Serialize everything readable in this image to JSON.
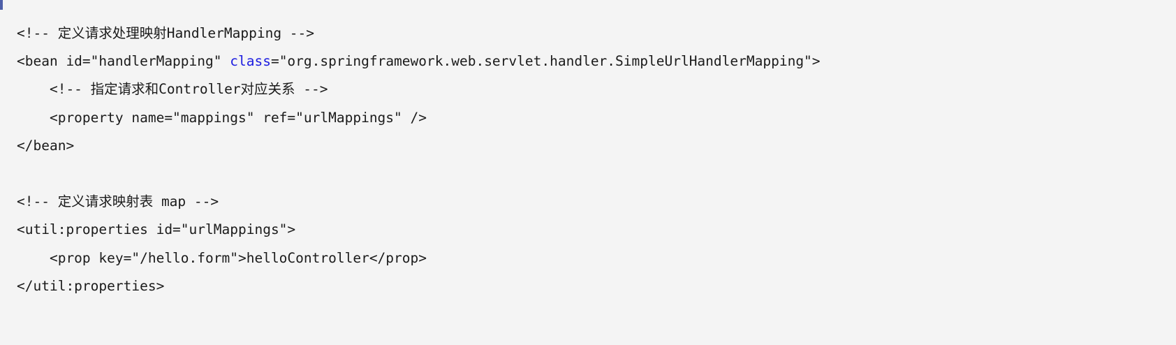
{
  "code_block": {
    "language": "xml",
    "background_color": "#f4f4f4",
    "text_color": "#1b1b1b",
    "keyword_color": "#1c1ce0",
    "marker_color": "#4e5fa8",
    "marker_name": "code-block-corner-marker",
    "lines": [
      {
        "id": "line-1",
        "segments": [
          {
            "text": "<!-- 定义请求处理映射HandlerMapping -->",
            "kind": "plain"
          }
        ]
      },
      {
        "id": "line-2",
        "segments": [
          {
            "text": "<bean id=\"handlerMapping\" ",
            "kind": "plain"
          },
          {
            "text": "class",
            "kind": "keyword"
          },
          {
            "text": "=\"org.springframework.web.servlet.handler.SimpleUrlHandlerMapping\">",
            "kind": "plain"
          }
        ]
      },
      {
        "id": "line-3",
        "segments": [
          {
            "text": "    <!-- 指定请求和Controller对应关系 -->",
            "kind": "plain"
          }
        ]
      },
      {
        "id": "line-4",
        "segments": [
          {
            "text": "    <property name=\"mappings\" ref=\"urlMappings\" />",
            "kind": "plain"
          }
        ]
      },
      {
        "id": "line-5",
        "segments": [
          {
            "text": "</bean>",
            "kind": "plain"
          }
        ]
      },
      {
        "id": "line-6",
        "segments": [
          {
            "text": " ",
            "kind": "plain"
          }
        ]
      },
      {
        "id": "line-7",
        "segments": [
          {
            "text": "<!-- 定义请求映射表 map -->",
            "kind": "plain"
          }
        ]
      },
      {
        "id": "line-8",
        "segments": [
          {
            "text": "<util:properties id=\"urlMappings\">",
            "kind": "plain"
          }
        ]
      },
      {
        "id": "line-9",
        "segments": [
          {
            "text": "    <prop key=\"/hello.form\">helloController</prop>",
            "kind": "plain"
          }
        ]
      },
      {
        "id": "line-10",
        "segments": [
          {
            "text": "</util:properties>",
            "kind": "plain"
          }
        ]
      }
    ]
  }
}
